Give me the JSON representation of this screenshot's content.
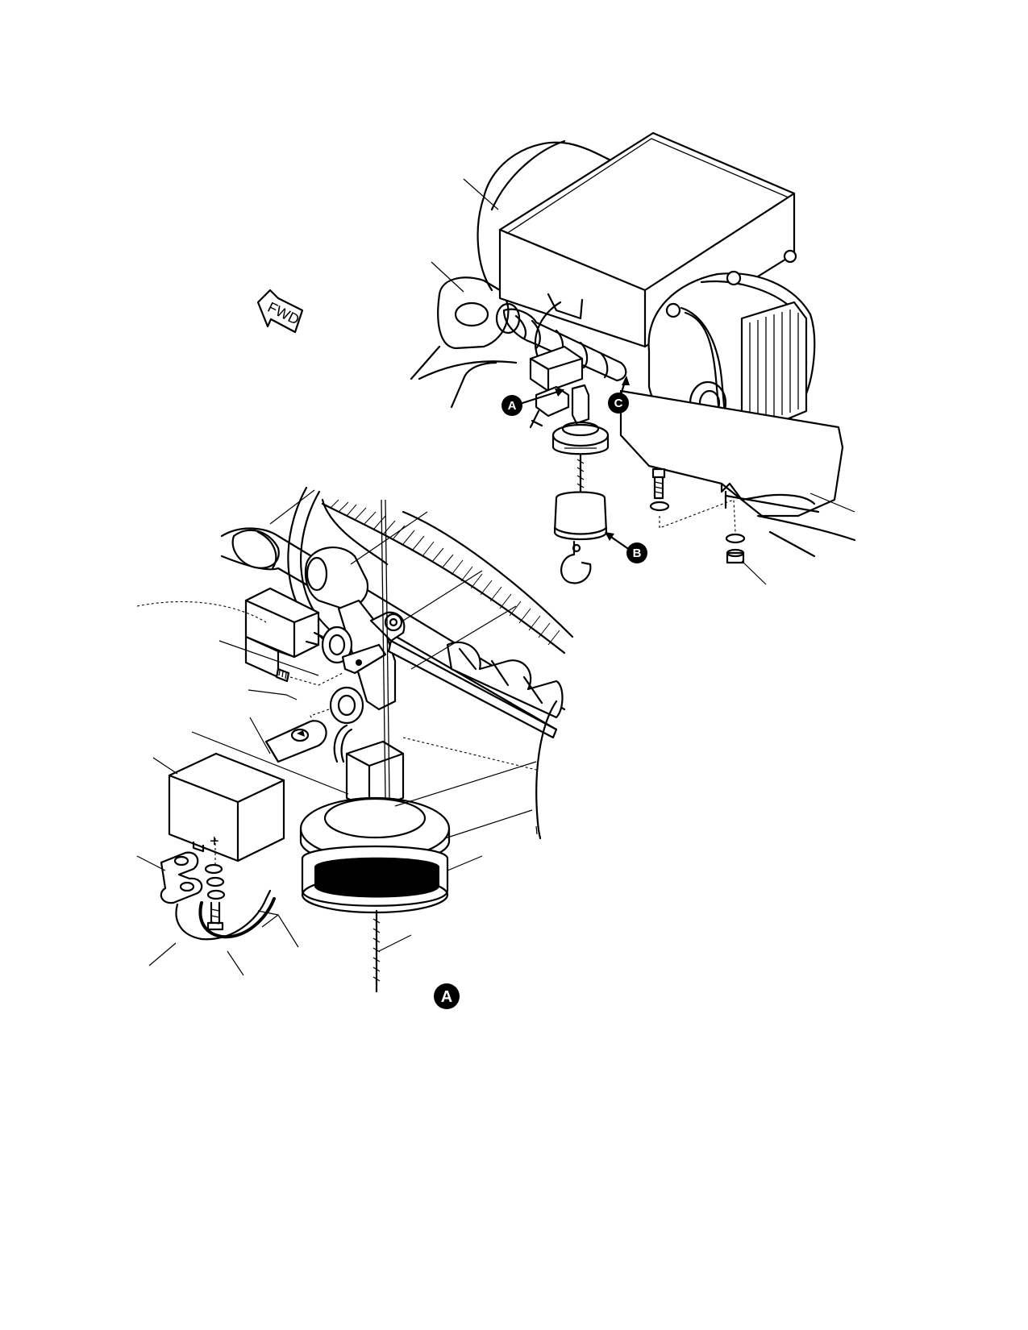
{
  "labels": {
    "fwd_arrow": "FWD",
    "callout_a_main": "A",
    "callout_b": "B",
    "callout_c": "C",
    "callout_a_detail": "A",
    "polarity_plus": "+"
  }
}
